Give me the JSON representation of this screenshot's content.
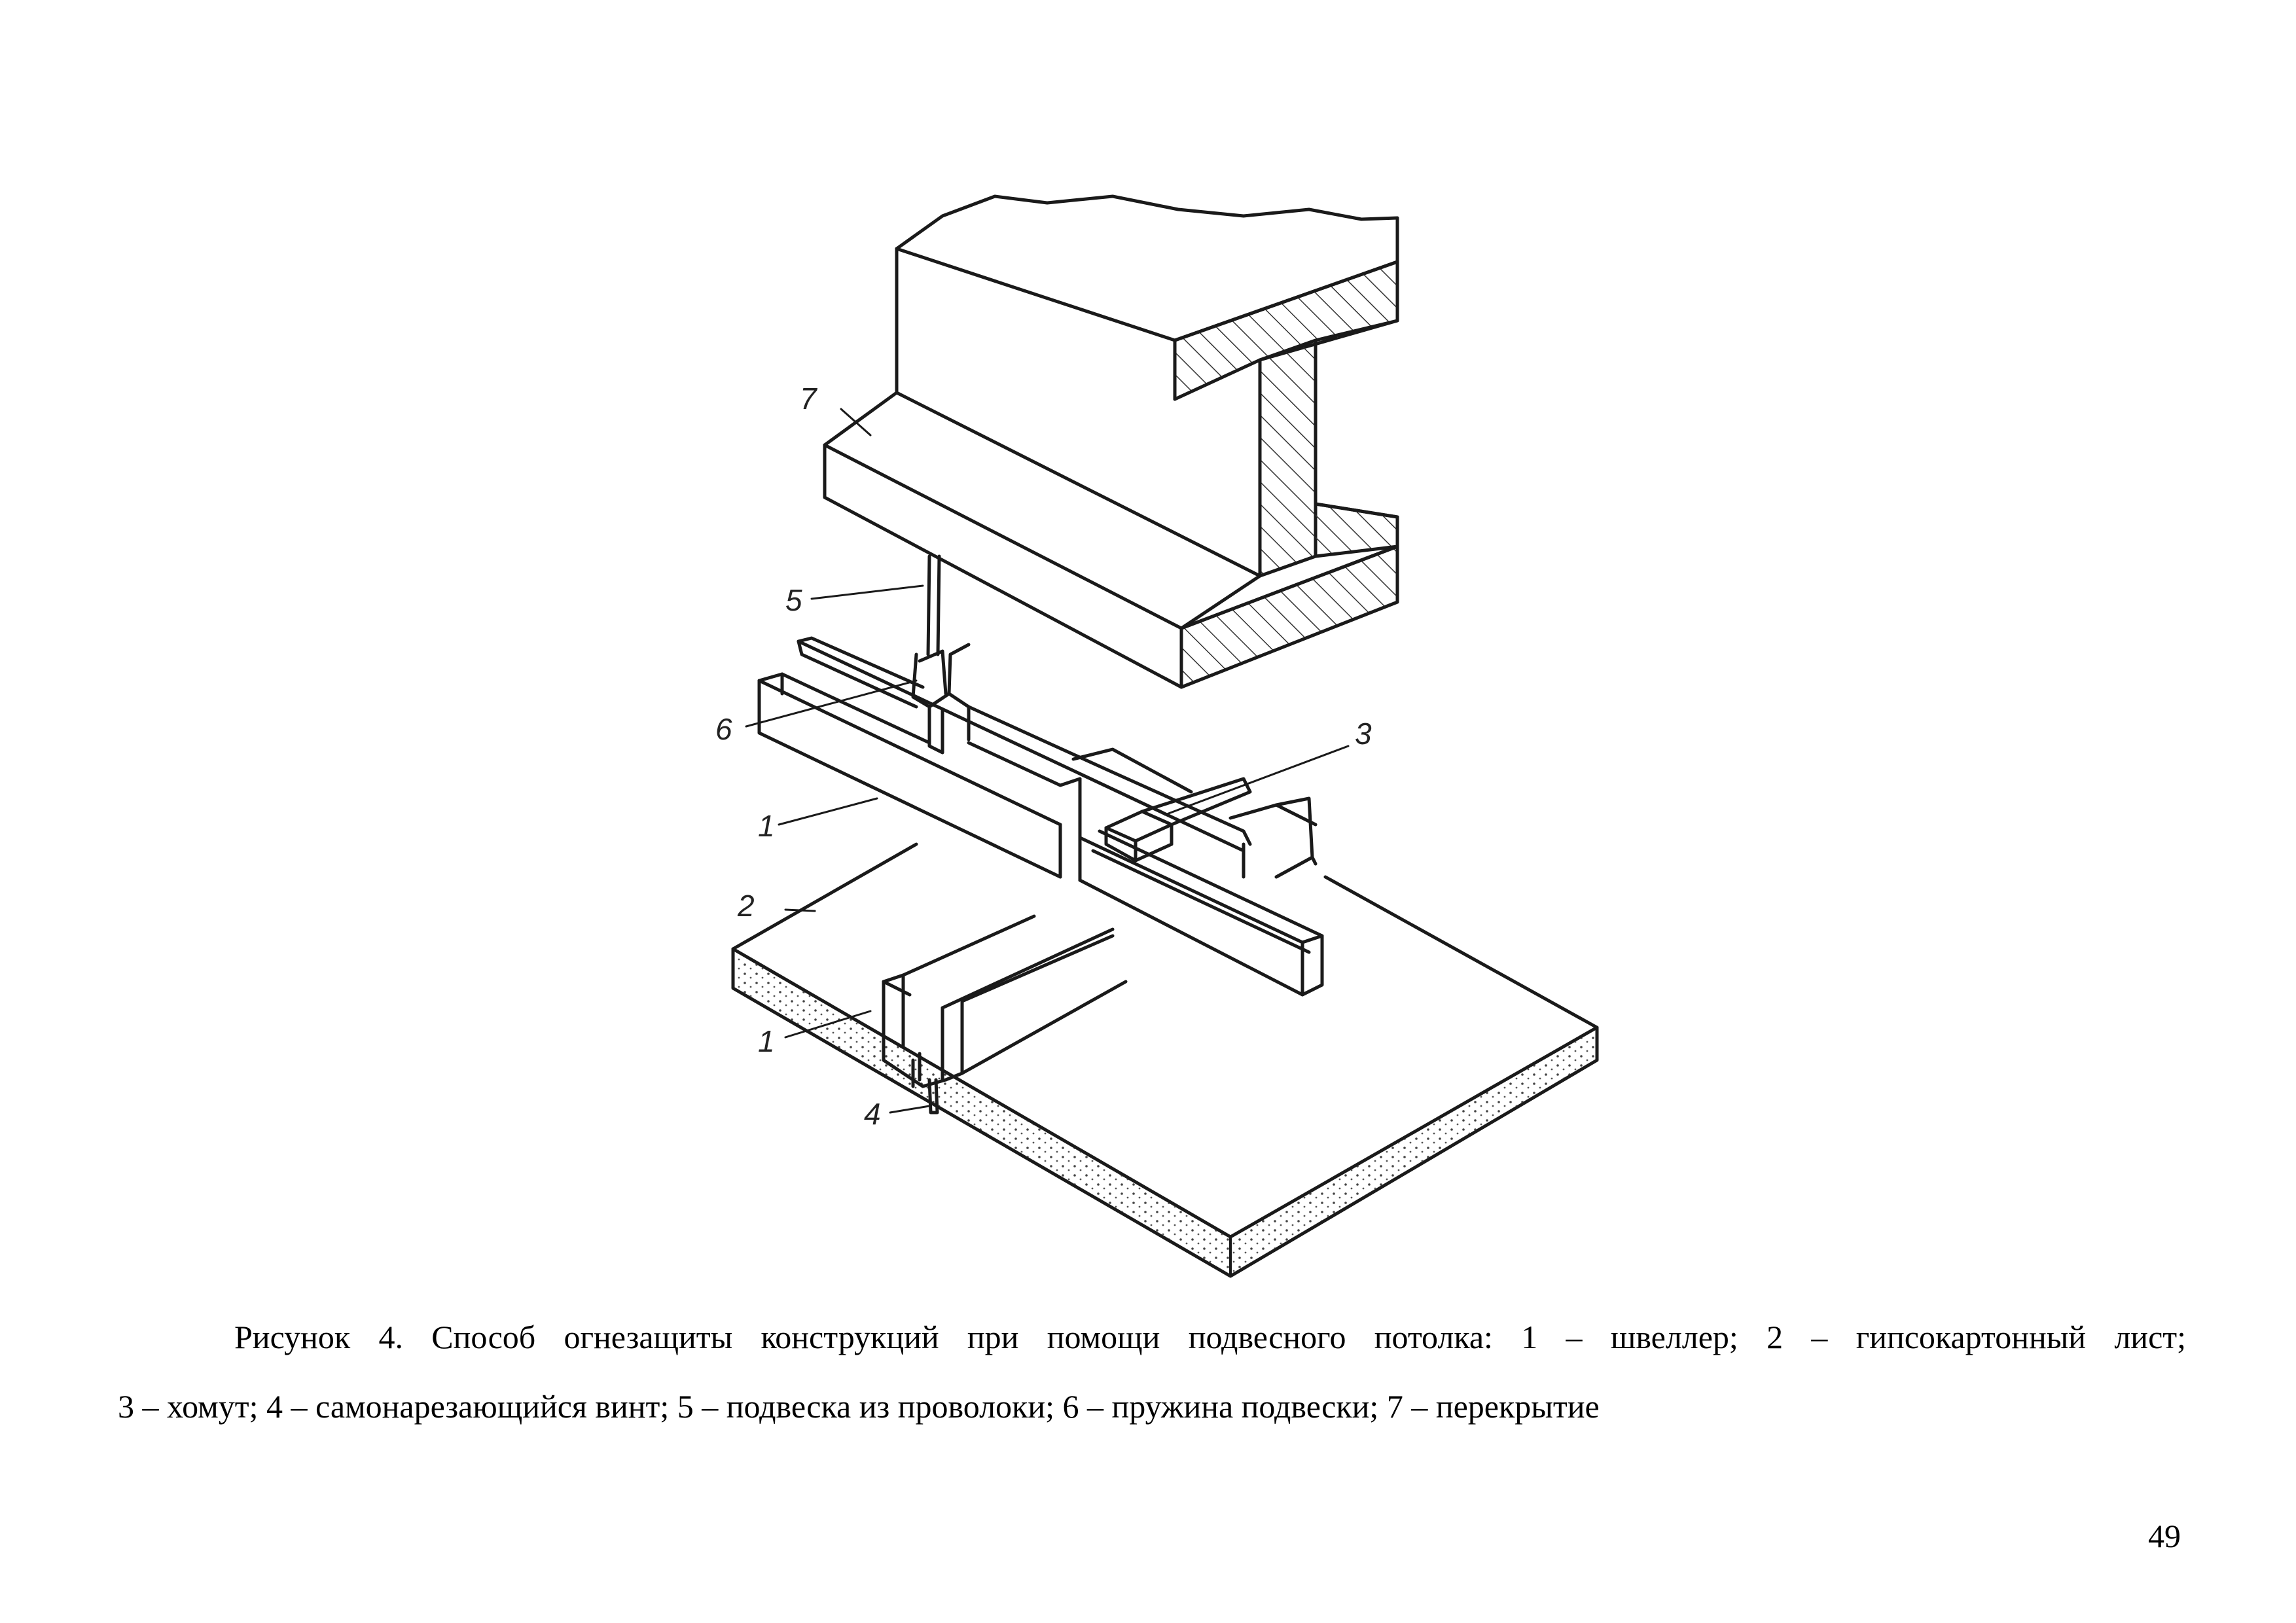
{
  "figure": {
    "labels": {
      "l7": "7",
      "l5": "5",
      "l6": "6",
      "l3": "3",
      "l1a": "1",
      "l2": "2",
      "l1b": "1",
      "l4": "4"
    }
  },
  "caption": {
    "line1": "Рисунок 4. Способ огнезащиты конструкций при помощи подвесного потолка: 1 – швеллер; 2 – гипсокартонный лист;",
    "line2": "3 – хомут; 4 – самонарезающийся винт; 5 – подвеска из проволоки; 6 – пружина подвески; 7 – перекрытие"
  },
  "page_number": "49"
}
